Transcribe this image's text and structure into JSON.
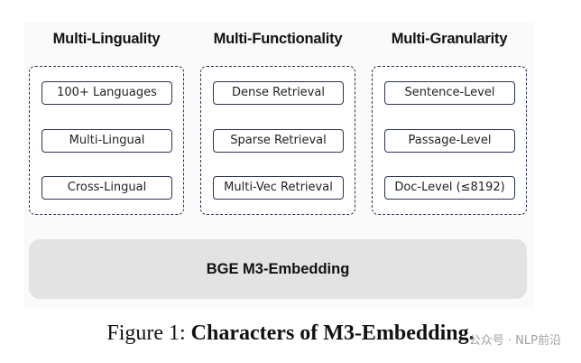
{
  "columns": [
    {
      "title": "Multi-Linguality",
      "items": [
        "100+ Languages",
        "Multi-Lingual",
        "Cross-Lingual"
      ]
    },
    {
      "title": "Multi-Functionality",
      "items": [
        "Dense Retrieval",
        "Sparse Retrieval",
        "Multi-Vec Retrieval"
      ]
    },
    {
      "title": "Multi-Granularity",
      "items": [
        "Sentence-Level",
        "Passage-Level",
        "Doc-Level (≤8192)"
      ]
    }
  ],
  "base": {
    "label": "BGE M3-Embedding"
  },
  "caption": {
    "prefix": "Figure 1: ",
    "title": "Characters of M3-Embedding."
  },
  "watermark": "公众号 · NLP前沿"
}
